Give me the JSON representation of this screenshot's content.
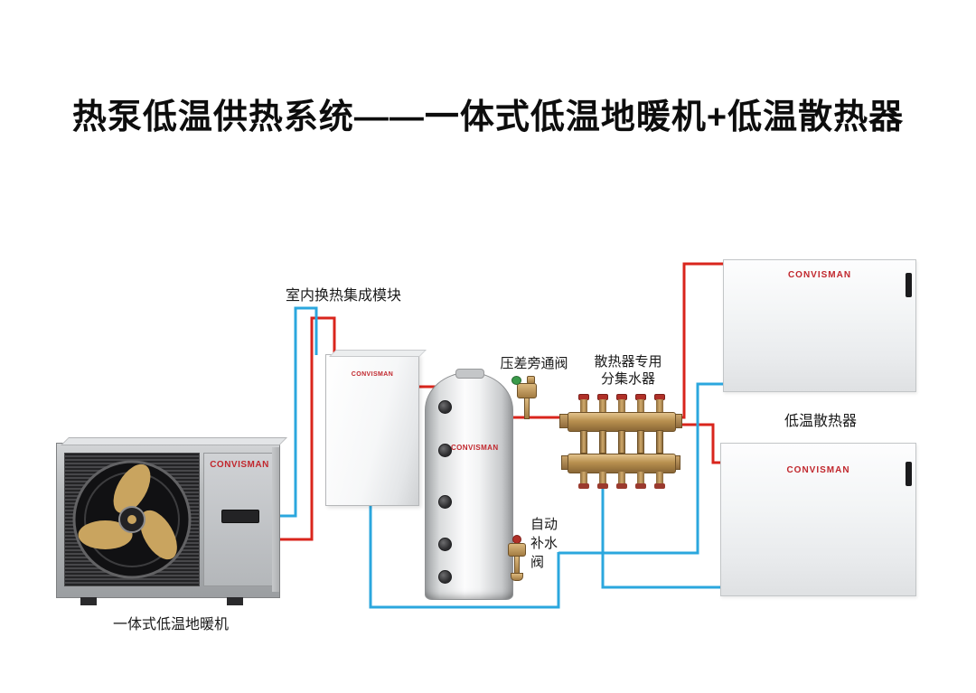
{
  "title": "热泵低温供热系统——一体式低温地暖机+低温散热器",
  "brand": "CONVISMAN",
  "labels": {
    "indoor_module": "室内换热集成模块",
    "bypass_valve": "压差旁通阀",
    "manifold_line1": "散热器专用",
    "manifold_line2": "分集水器",
    "auto_fill_valve": "自动\n补水\n阀",
    "radiator": "低温散热器",
    "heat_pump": "一体式低温地暖机"
  },
  "colors": {
    "supply_pipe": "#d9251c",
    "return_pipe": "#2ba7de",
    "brand_red": "#c1272d"
  }
}
